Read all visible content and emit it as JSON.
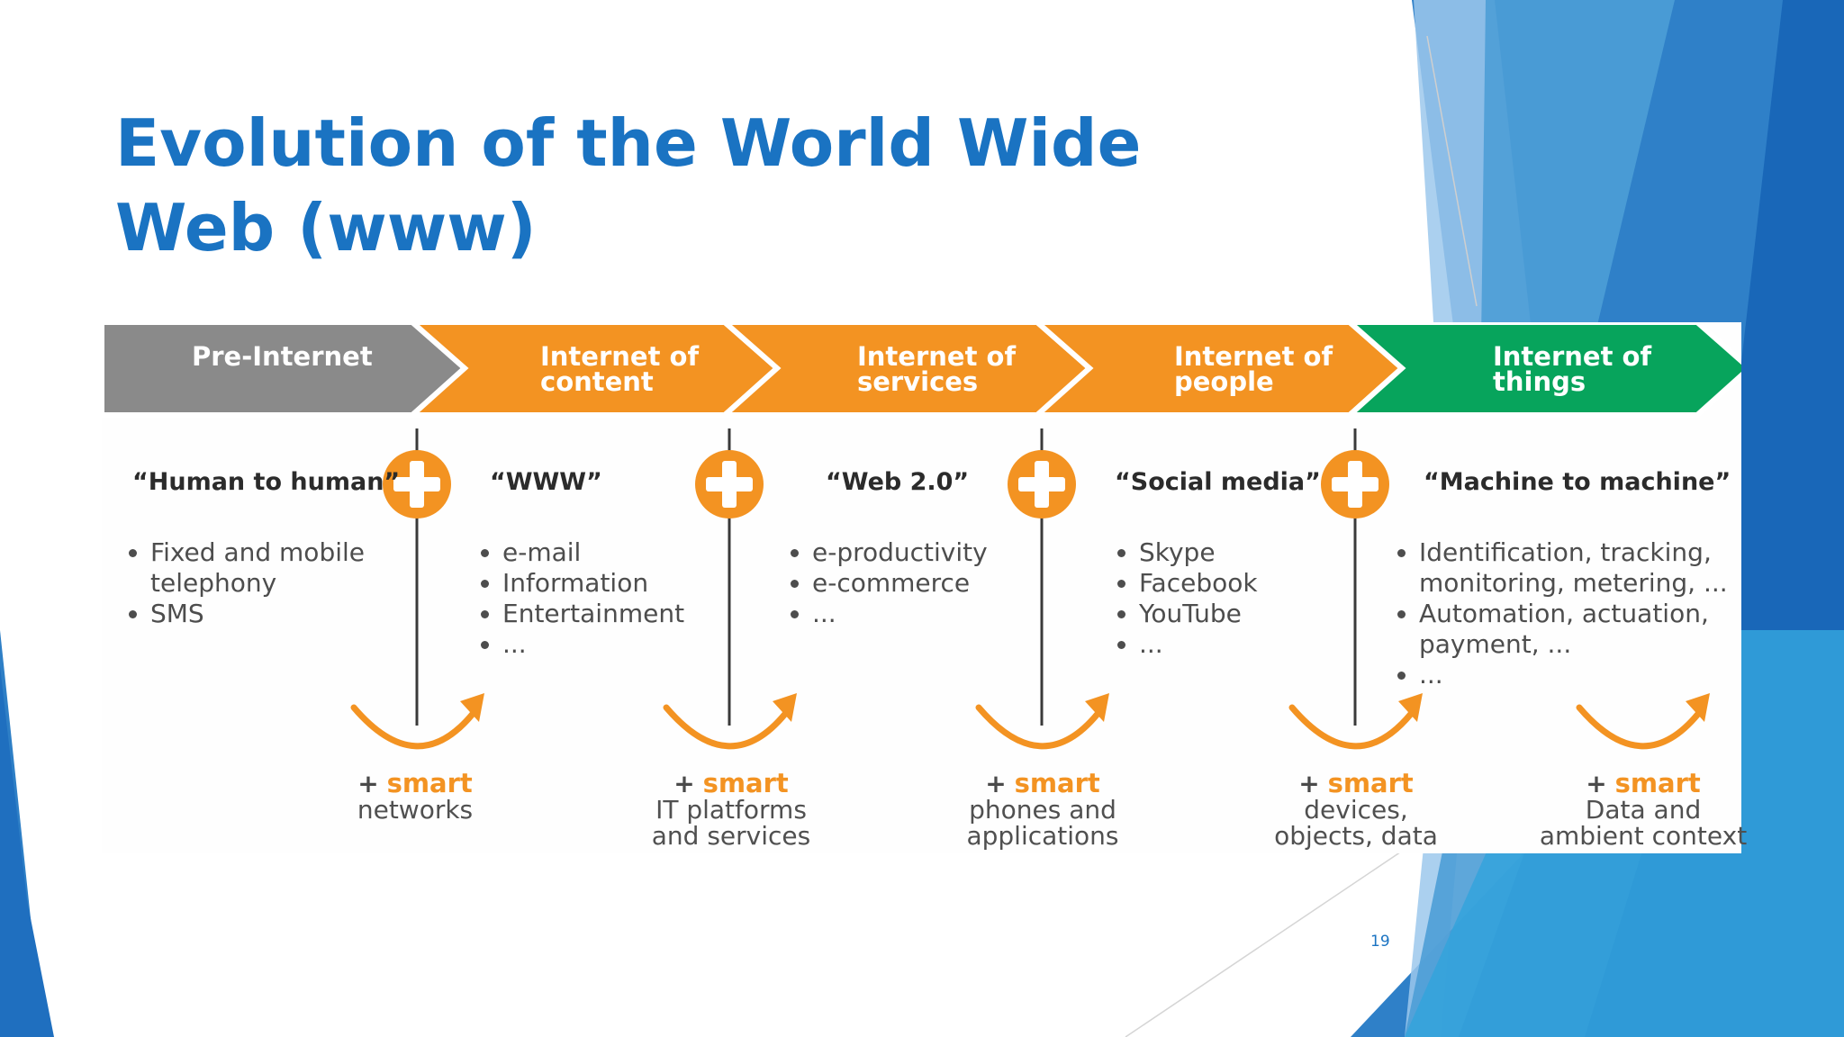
{
  "slide": {
    "title": "Evolution of the World Wide Web (www)",
    "page_number": "19",
    "colors": {
      "title": "#1a73c2",
      "accent_orange": "#f39322",
      "accent_green": "#07a45c",
      "gray": "#8a8a8a"
    }
  },
  "diagram": {
    "stages": [
      {
        "label": "Pre-Internet",
        "color": "#8a8a8a"
      },
      {
        "label": "Internet of\ncontent",
        "color": "#f39322"
      },
      {
        "label": "Internet of\nservices",
        "color": "#f39322"
      },
      {
        "label": "Internet of\npeople",
        "color": "#f39322"
      },
      {
        "label": "Internet of\nthings",
        "color": "#07a45c"
      }
    ],
    "columns": [
      {
        "heading": "“Human to human”",
        "bullets": [
          "Fixed and mobile telephony",
          "SMS"
        ]
      },
      {
        "heading": "“WWW”",
        "bullets": [
          "e-mail",
          "Information",
          "Entertainment",
          "..."
        ]
      },
      {
        "heading": "“Web 2.0”",
        "bullets": [
          "e-productivity",
          "e-commerce",
          "..."
        ]
      },
      {
        "heading": "“Social media”",
        "bullets": [
          "Skype",
          "Facebook",
          "YouTube",
          "..."
        ]
      },
      {
        "heading": "“Machine to machine”",
        "bullets": [
          "Identification, tracking, monitoring, metering, ...",
          "Automation, actuation, payment, ...",
          "..."
        ]
      }
    ],
    "smart_prefix": "+",
    "smart_word": "smart",
    "smart_items": [
      "networks",
      "IT platforms\nand services",
      "phones and\napplications",
      "devices,\nobjects, data",
      "Data and\nambient context"
    ],
    "icons": {
      "plus": "plus-circle-icon",
      "curved_arrow": "curved-arrow-icon"
    }
  }
}
